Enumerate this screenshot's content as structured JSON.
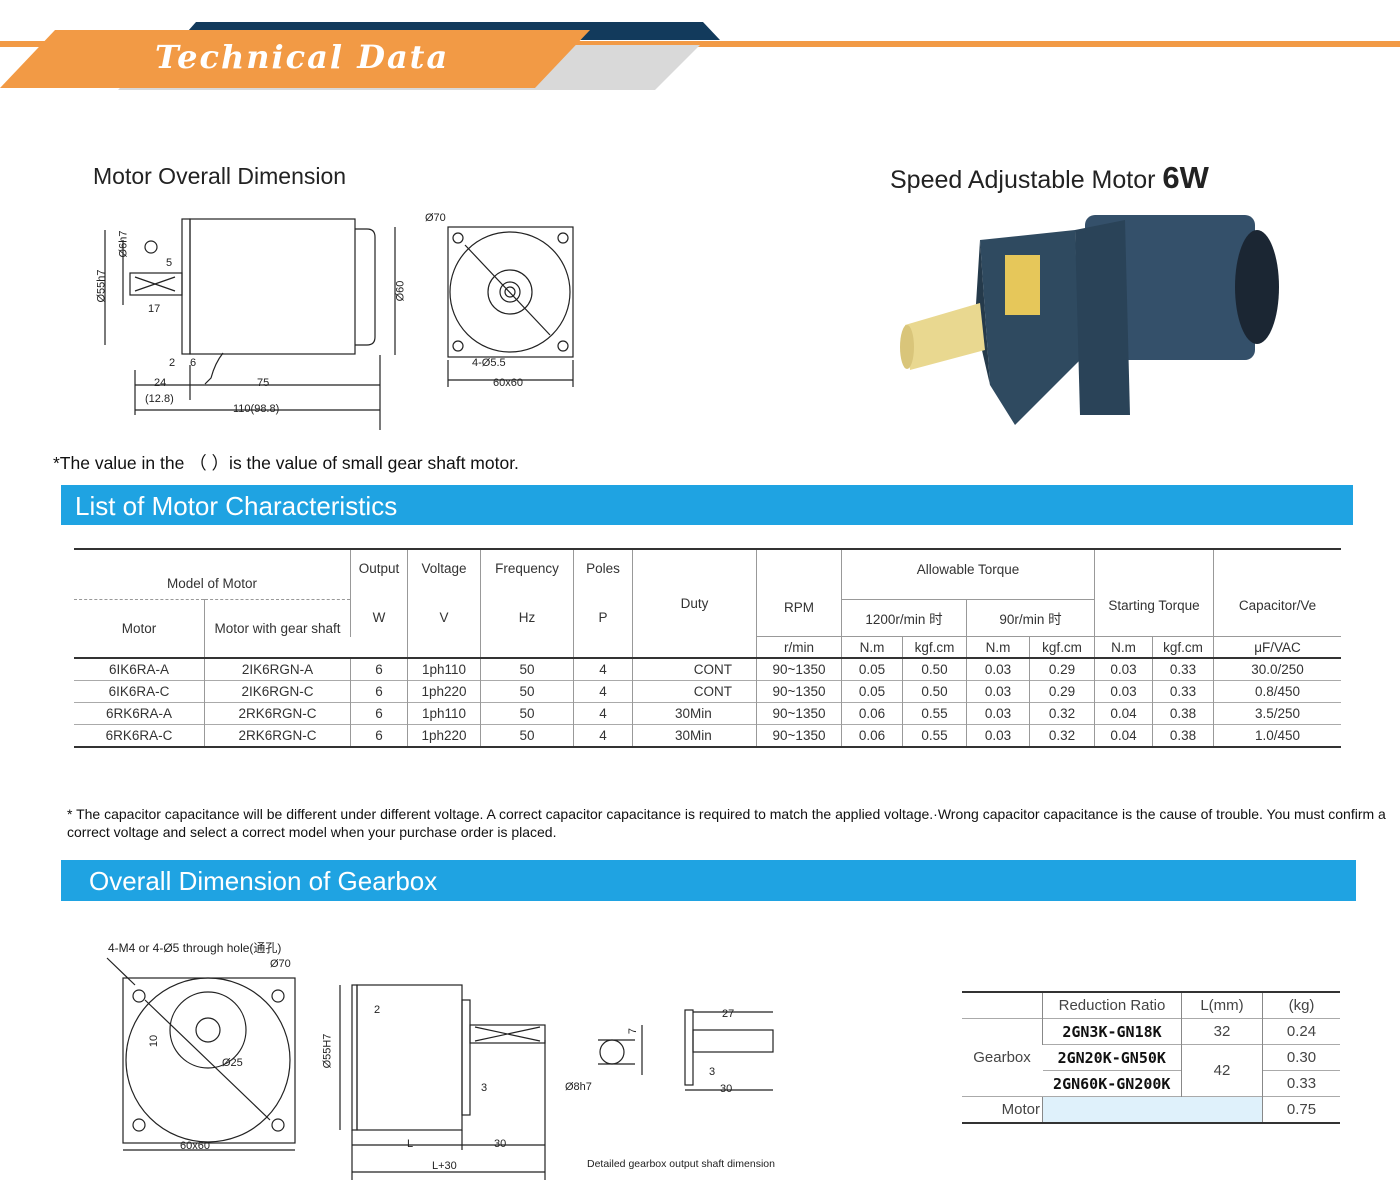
{
  "header": {
    "title": "Technical Data"
  },
  "motor_dimension": {
    "title": "Motor Overall Dimension",
    "labels": {
      "d70": "Ø70",
      "d6h7": "Ø6h7",
      "d55h7": "Ø55h7",
      "five": "5",
      "seventeen": "17",
      "d60": "Ø60",
      "two": "2",
      "six": "6",
      "twentyfour": "24",
      "twentyfour_alt": "(12.8)",
      "seventyfive": "75",
      "total": "110(98.8)",
      "holes": "4-Ø5.5",
      "square": "60x60"
    }
  },
  "motor_photo": {
    "title": "Speed Adjustable Motor",
    "power": "6W"
  },
  "dimension_note": "*The value in the （ ）is the value of small gear shaft motor.",
  "characteristics": {
    "section_title": "List of Motor Characteristics",
    "headers": {
      "model_of_motor": "Model of Motor",
      "output": "Output",
      "voltage": "Voltage",
      "frequency": "Frequency",
      "poles": "Poles",
      "duty": "Duty",
      "rpm": "RPM",
      "allowable_torque": "Allowable Torque",
      "t1200": "1200r/min 时",
      "t90": "90r/min 时",
      "starting_torque": "Starting Torque",
      "capacitor": "Capacitor/Ve",
      "motor": "Motor",
      "motor_gear": "Motor with gear shaft",
      "u_w": "W",
      "u_v": "V",
      "u_hz": "Hz",
      "u_p": "P",
      "u_rpm": "r/min",
      "u_nm": "N.m",
      "u_kgf": "kgf.cm",
      "u_cap": "μF/VAC"
    },
    "rows": [
      [
        "6IK6RA-A",
        "2IK6RGN-A",
        "6",
        "1ph110",
        "50",
        "4",
        "CONT",
        "90~1350",
        "0.05",
        "0.50",
        "0.03",
        "0.29",
        "0.03",
        "0.33",
        "30.0/250"
      ],
      [
        "6IK6RA-C",
        "2IK6RGN-C",
        "6",
        "1ph220",
        "50",
        "4",
        "CONT",
        "90~1350",
        "0.05",
        "0.50",
        "0.03",
        "0.29",
        "0.03",
        "0.33",
        "0.8/450"
      ],
      [
        "6RK6RA-A",
        "2RK6RGN-C",
        "6",
        "1ph110",
        "50",
        "4",
        "30Min",
        "90~1350",
        "0.06",
        "0.55",
        "0.03",
        "0.32",
        "0.04",
        "0.38",
        "3.5/250"
      ],
      [
        "6RK6RA-C",
        "2RK6RGN-C",
        "6",
        "1ph220",
        "50",
        "4",
        "30Min",
        "90~1350",
        "0.06",
        "0.55",
        "0.03",
        "0.32",
        "0.04",
        "0.38",
        "1.0/450"
      ]
    ],
    "note": "* The capacitor capacitance will be different under different voltage. A correct capacitor capacitance is required to match the applied voltage.·Wrong capacitor capacitance is the cause of trouble. You must confirm a correct voltage and select a correct model when your purchase order is placed."
  },
  "gearbox": {
    "section_title": "Overall Dimension of Gearbox",
    "drawing_labels": {
      "holes": "4-M4 or 4-Ø5 through hole(通孔)",
      "d70": "Ø70",
      "d25": "Ø25",
      "ten": "10",
      "square": "60x60",
      "d55h7": "Ø55H7",
      "two": "2",
      "three": "3",
      "l": "L",
      "thirty": "30",
      "l30": "L+30",
      "seven": "7",
      "d8h7": "Ø8h7",
      "twentyseven": "27",
      "three_b": "3",
      "thirty_b": "30",
      "shaft_caption": "Detailed gearbox output shaft dimension"
    },
    "table": {
      "headers": [
        "Reduction Ratio",
        "L(mm)",
        "(kg)"
      ],
      "group_label": "Gearbox",
      "rows": [
        {
          "ratio": "2GN3K-GN18K",
          "l": "32",
          "kg": "0.24"
        },
        {
          "ratio": "2GN20K-GN50K",
          "l": "42",
          "kg": "0.30"
        },
        {
          "ratio": "2GN60K-GN200K",
          "l": "",
          "kg": "0.33"
        }
      ],
      "motor_label": "Motor",
      "motor_kg": "0.75"
    }
  },
  "colors": {
    "orange": "#f29a45",
    "navy": "#123a5c",
    "blue": "#1fa3e2",
    "grey": "#d9d9d9",
    "cell_blue": "#dff1fb"
  }
}
